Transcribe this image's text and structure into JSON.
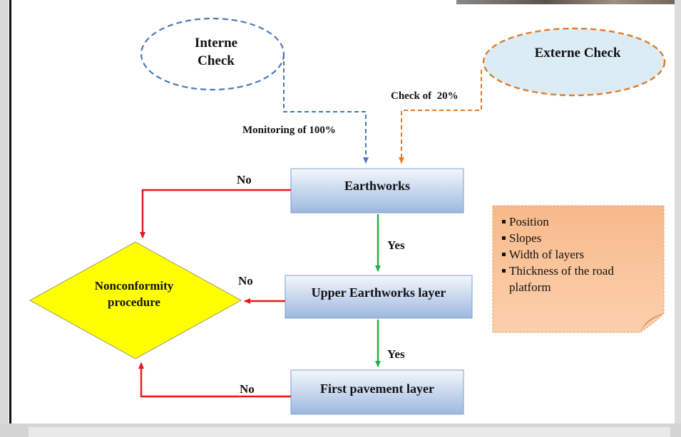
{
  "nodes": {
    "interne_check": "Interne\nCheck",
    "externe_check": "Externe Check",
    "earthworks": "Earthworks",
    "upper_earthworks_layer": "Upper Earthworks layer",
    "first_pavement_layer": "First pavement layer",
    "nonconformity": "Nonconformity\nprocedure"
  },
  "edge_labels": {
    "monitoring": "Monitoring of 100%",
    "check": "Check of  20%",
    "no_earthworks": "No",
    "no_upper": "No",
    "no_first": "No",
    "yes_earthworks": "Yes",
    "yes_upper": "Yes"
  },
  "note": {
    "items": [
      "Position",
      "Slopes",
      "Width of layers",
      "Thickness  of the road platform"
    ]
  },
  "colors": {
    "interne_dash": "#4a78b8",
    "externe_dash": "#e07a2a",
    "externe_fill": "#dcecf5",
    "no_arrow": "#e8151a",
    "yes_arrow": "#22b04a",
    "diamond_fill": "#ffff00",
    "box_gradient_top": "#f2f6fc",
    "box_gradient_bottom": "#9bb7de",
    "note_fill": "#f8bf93"
  }
}
